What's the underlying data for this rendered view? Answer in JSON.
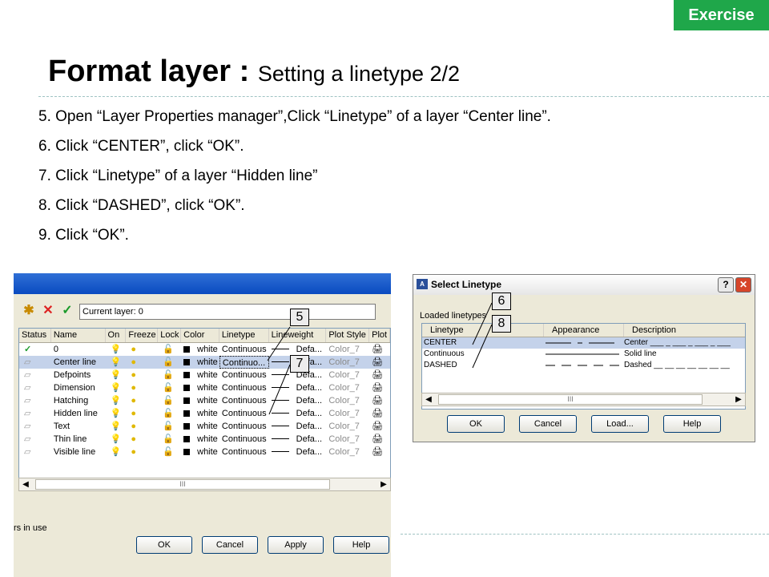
{
  "badge": "Exercise",
  "title": {
    "main": "Format layer : ",
    "sub": "Setting a linetype 2/2"
  },
  "steps": [
    "5. Open “Layer Properties manager”,Click “Linetype” of a layer “Center line”.",
    "6. Click “CENTER”, click “OK”.",
    "7. Click “Linetype” of a layer “Hidden line”",
    "8. Click “DASHED”, click “OK”.",
    "9. Click “OK”."
  ],
  "layer_manager": {
    "current_layer": "Current layer: 0",
    "columns": [
      "Status",
      "Name",
      "On",
      "Freeze",
      "Lock",
      "Color",
      "Linetype",
      "Lineweight",
      "Plot Style",
      "Plot"
    ],
    "rows": [
      {
        "name": "0",
        "color": "white",
        "linetype": "Continuous",
        "lineweight": "Defa...",
        "plot_style": "Color_7"
      },
      {
        "name": "Center line",
        "color": "white",
        "linetype": "Continuo...",
        "lineweight": "Defa...",
        "plot_style": "Color_7"
      },
      {
        "name": "Defpoints",
        "color": "white",
        "linetype": "Continuous",
        "lineweight": "Defa...",
        "plot_style": "Color_7"
      },
      {
        "name": "Dimension",
        "color": "white",
        "linetype": "Continuous",
        "lineweight": "Defa...",
        "plot_style": "Color_7"
      },
      {
        "name": "Hatching",
        "color": "white",
        "linetype": "Continuous",
        "lineweight": "Defa...",
        "plot_style": "Color_7"
      },
      {
        "name": "Hidden line",
        "color": "white",
        "linetype": "Continuous",
        "lineweight": "Defa...",
        "plot_style": "Color_7"
      },
      {
        "name": "Text",
        "color": "white",
        "linetype": "Continuous",
        "lineweight": "Defa...",
        "plot_style": "Color_7"
      },
      {
        "name": "Thin line",
        "color": "white",
        "linetype": "Continuous",
        "lineweight": "Defa...",
        "plot_style": "Color_7"
      },
      {
        "name": "Visible line",
        "color": "white",
        "linetype": "Continuous",
        "lineweight": "Defa...",
        "plot_style": "Color_7"
      }
    ],
    "scroll_grip": "III",
    "layers_in_use": "rs in use",
    "buttons": {
      "ok": "OK",
      "cancel": "Cancel",
      "apply": "Apply",
      "help": "Help"
    }
  },
  "select_linetype": {
    "title": "Select Linetype",
    "help_glyph": "?",
    "close_glyph": "✕",
    "loaded_label": "Loaded linetypes",
    "columns": [
      "Linetype",
      "Appearance",
      "Description"
    ],
    "rows": [
      {
        "linetype": "CENTER",
        "description": "Center ___ _ ___ _ ___ _ ___"
      },
      {
        "linetype": "Continuous",
        "description": "Solid line"
      },
      {
        "linetype": "DASHED",
        "description": "Dashed __ __ __ __ __ __ __"
      }
    ],
    "scroll_grip": "III",
    "buttons": {
      "ok": "OK",
      "cancel": "Cancel",
      "load": "Load...",
      "help": "Help"
    }
  },
  "callouts": {
    "c5": "5",
    "c6": "6",
    "c7": "7",
    "c8": "8"
  },
  "colors": {
    "badge": "#1fa74a",
    "selection": "#c4d2ea",
    "titlebar": "#0a4bc0"
  }
}
